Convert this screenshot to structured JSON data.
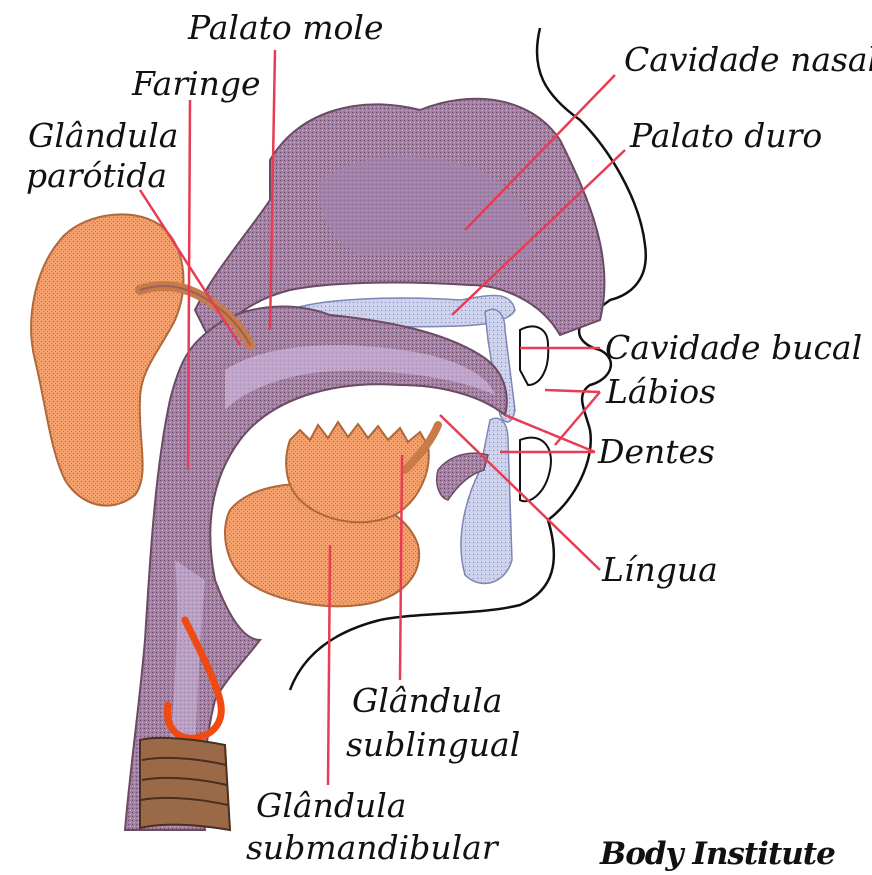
{
  "labels": {
    "palato_mole": "Palato mole",
    "faringe": "Faringe",
    "glandula_parotida_1": "Glândula",
    "glandula_parotida_2": "parótida",
    "cavidade_nasal": "Cavidade nasal",
    "palato_duro": "Palato duro",
    "cavidade_bucal": "Cavidade bucal",
    "labios": "Lábios",
    "dentes": "Dentes",
    "lingua": "Língua",
    "glandula_sublingual_1": "Glândula",
    "glandula_sublingual_2": "sublingual",
    "glandula_submandibular_1": "Glândula",
    "glandula_submandibular_2": "submandibular"
  },
  "credit": "Body Institute",
  "colors": {
    "tissue": "#a77e9f",
    "tissue_light": "#d2bde6",
    "tissue_dark": "#6b4a63",
    "gland": "#f3a06d",
    "gland_dark": "#b0683a",
    "bone": "#cdd3ee",
    "leader_line": "#e83c55",
    "outline": "#111111",
    "trachea": "#9a6a48",
    "epiglottis": "#f04a12"
  }
}
